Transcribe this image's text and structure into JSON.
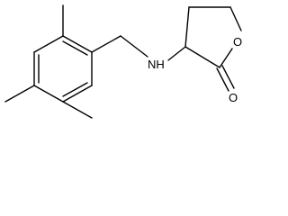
{
  "molecule": {
    "atoms": {
      "nh": "NH",
      "ring_o": "O",
      "carbonyl_o": "O"
    }
  }
}
